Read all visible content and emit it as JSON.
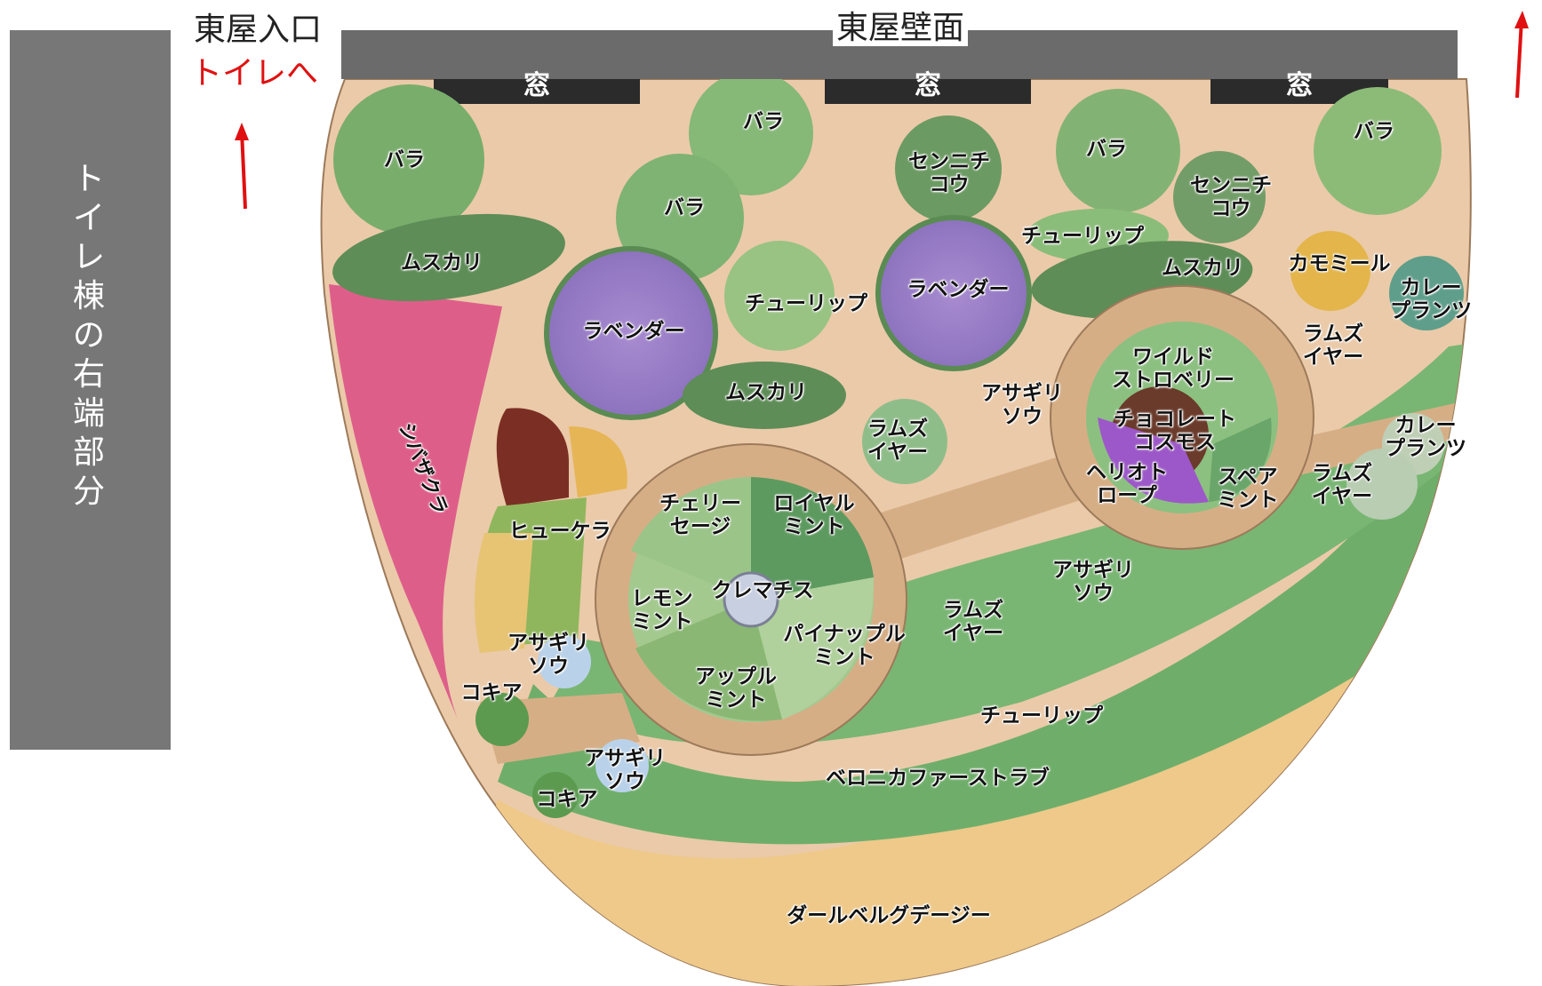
{
  "header": {
    "entrance": "東屋入口",
    "to_toilet": "トイレへ",
    "wall": "東屋壁面",
    "windows": [
      "窓",
      "窓",
      "窓"
    ]
  },
  "toilet_building": "トイレ棟の右端部分",
  "colors": {
    "building_gray": "#777777",
    "wall_gray": "#6b6b6b",
    "window_black": "#2b2b2b",
    "arrow_red": "#e01010",
    "ground": "#e9c9a8",
    "path": "#d6ae86",
    "lawn_green": "#6fae6a",
    "daisy_band": "#eec98a"
  },
  "labels": {
    "rose_1": "バラ",
    "rose_2": "バラ",
    "rose_3": "バラ",
    "rose_4": "バラ",
    "rose_5": "バラ",
    "gomphrena_1": "センニチ\nコウ",
    "gomphrena_2": "センニチ\nコウ",
    "tulip_1": "チューリップ",
    "tulip_2": "チューリップ",
    "tulip_3": "チューリップ",
    "muscari_1": "ムスカリ",
    "muscari_2": "ムスカリ",
    "muscari_3": "ムスカリ",
    "chamomile": "カモミール",
    "curry_1": "カレー\nプランツ",
    "curry_2": "カレー\nプランツ",
    "lavender_1": "ラベンダー",
    "lavender_2": "ラベンダー",
    "lambs_ear_1": "ラムズ\nイヤー",
    "lambs_ear_2": "ラムズ\nイヤー",
    "lambs_ear_3": "ラムズ\nイヤー",
    "lambs_ear_4": "ラムズ\nイヤー",
    "wild_strawberry": "ワイルド\nストロベリー",
    "choc_cosmos": "チョコレート\nコスモス",
    "heliotrope": "ヘリオト\nロープ",
    "spearmint": "スペア\nミント",
    "artemisia_1": "アサギリ\nソウ",
    "artemisia_2": "アサギリ\nソウ",
    "artemisia_3": "アサギリ\nソウ",
    "artemisia_4": "アサギリ\nソウ",
    "phlox": "シバザクラ",
    "heuchera": "ヒューケラ",
    "cherry_sage": "チェリー\nセージ",
    "royal_mint": "ロイヤル\nミント",
    "lemon_mint": "レモン\nミント",
    "clematis": "クレマチス",
    "pineapple_mint": "パイナップル\nミント",
    "apple_mint": "アップル\nミント",
    "kochia_1": "コキア",
    "kochia_2": "コキア",
    "veronica": "ベロニカファーストラブ",
    "dahlberg": "ダールベルグデージー"
  }
}
